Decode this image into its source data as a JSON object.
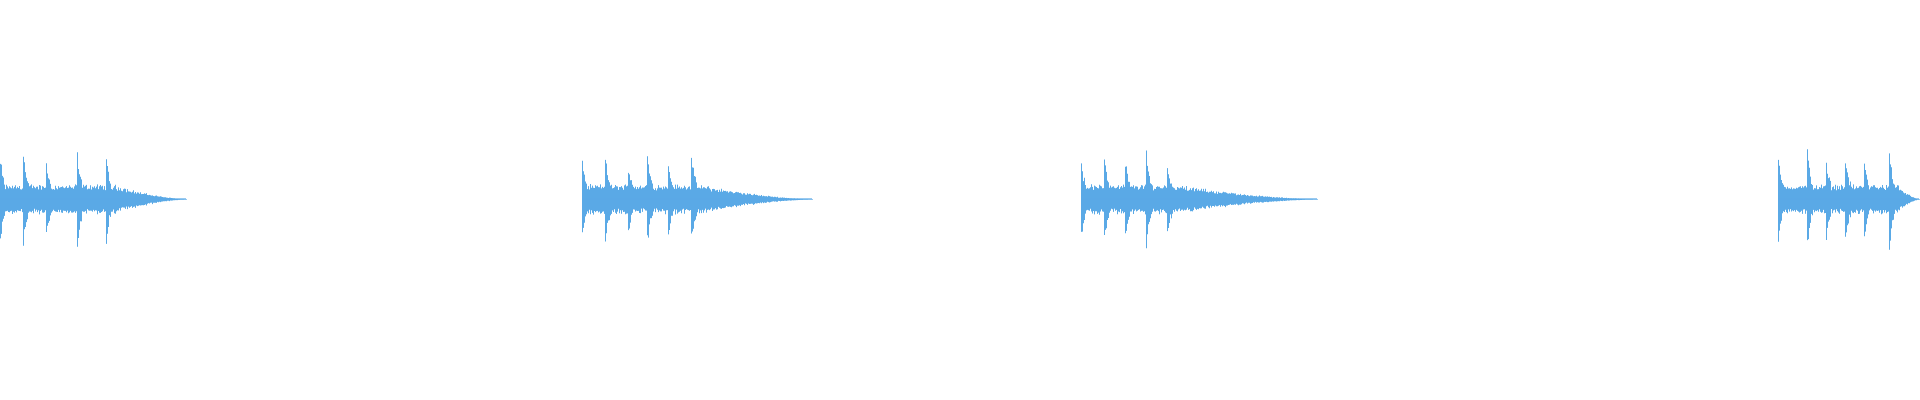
{
  "waveform": {
    "color": "#5aa9e6",
    "background": "#ffffff",
    "clips": [
      {
        "start": 0.0,
        "peak_onsets": [
          0.0,
          0.012,
          0.024,
          0.04,
          0.055
        ],
        "decay_end": 0.097
      },
      {
        "start": 0.303,
        "peak_onsets": [
          0.303,
          0.315,
          0.327,
          0.337,
          0.348,
          0.36
        ],
        "decay_end": 0.423
      },
      {
        "start": 0.563,
        "peak_onsets": [
          0.563,
          0.575,
          0.586,
          0.597,
          0.608
        ],
        "decay_end": 0.686
      },
      {
        "start": 0.926,
        "peak_onsets": [
          0.926,
          0.941,
          0.951,
          0.961,
          0.971,
          0.984
        ],
        "decay_end": 1.0
      }
    ]
  }
}
